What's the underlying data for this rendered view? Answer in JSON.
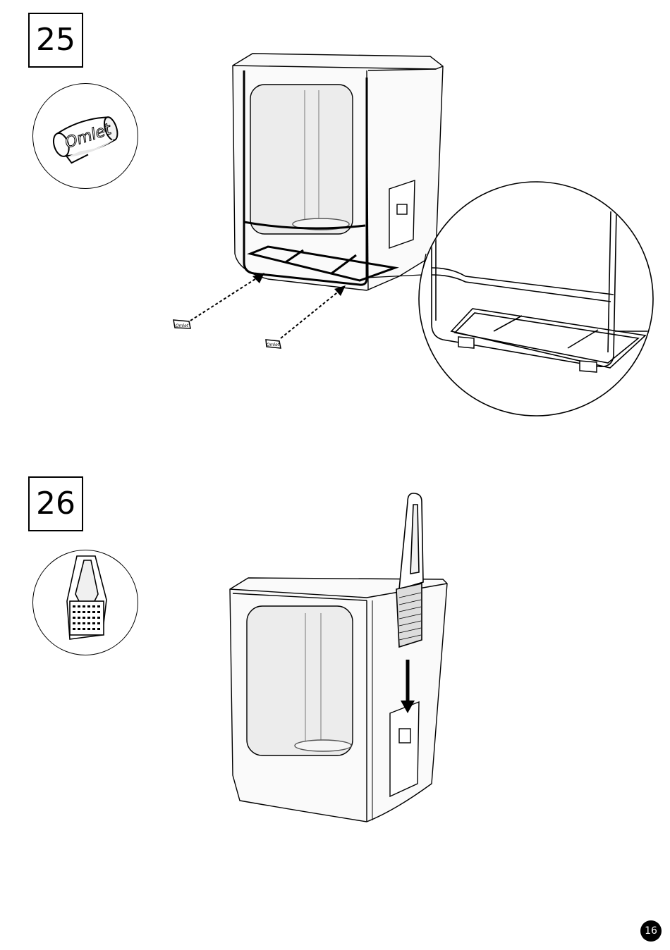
{
  "steps": [
    {
      "number": "25",
      "part_label": "Omlet",
      "clip_label": "Omlet"
    },
    {
      "number": "26"
    }
  ],
  "page_number": "16"
}
